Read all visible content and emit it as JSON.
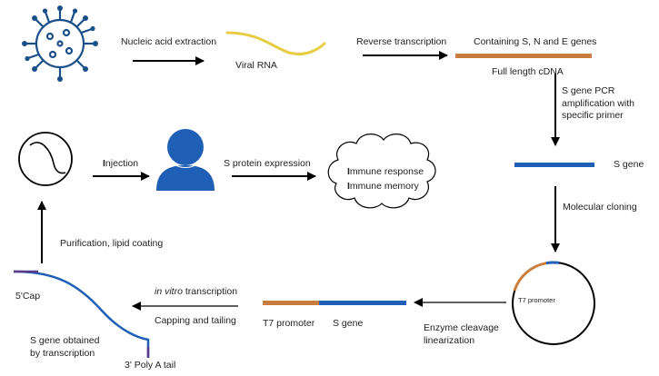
{
  "labels": {
    "nucleic_acid_extraction": "Nucleic acid extraction",
    "viral_rna": "Viral RNA",
    "reverse_transcription": "Reverse transcription",
    "containing_genes": "Containing S, N and E genes",
    "full_length_cdna": "Full length cDNA",
    "s_gene_pcr_line1": "S gene PCR",
    "s_gene_pcr_line2": "amplification with",
    "s_gene_pcr_line3": "specific primer",
    "s_gene_right": "S gene",
    "molecular_cloning": "Molecular cloning",
    "t7_promoter_plasmid": "T7 promoter",
    "enzyme_cleavage_line1": "Enzyme cleavage",
    "enzyme_cleavage_line2": "linearization",
    "t7_promoter_linear": "T7 promoter",
    "s_gene_linear": "S gene",
    "in_vitro_italic": "in vitro",
    "transcription_word": " transcription",
    "capping_and_tailing": "Capping and tailing",
    "five_cap": "5'Cap",
    "three_poly_a": "3' Poly A tail",
    "s_gene_obtained_line1": "S gene obtained",
    "s_gene_obtained_line2": "by transcription",
    "purification_lipid": "Purification, lipid coating",
    "injection_initial": "I",
    "injection_rest": "njection",
    "s_protein_expression": "S protein expression",
    "immune_response_initial": "I",
    "immune_response_rest": "mmune response",
    "immune_memory_initial": "I",
    "immune_memory_rest": "mmune memory"
  },
  "colors": {
    "virus_blue": "#1b4f8a",
    "rna_yellow": "#e8cc45",
    "cdna_orange": "#c97d3d",
    "gene_blue": "#1f5fb5",
    "arrow_black": "#000000",
    "person_blue": "#1f5fb5"
  },
  "icons": {
    "virus": "virus-icon",
    "person": "person-icon",
    "cloud": "cloud-icon",
    "lipid_nanoparticle": "lipid-nanoparticle-icon",
    "plasmid": "plasmid-icon"
  }
}
